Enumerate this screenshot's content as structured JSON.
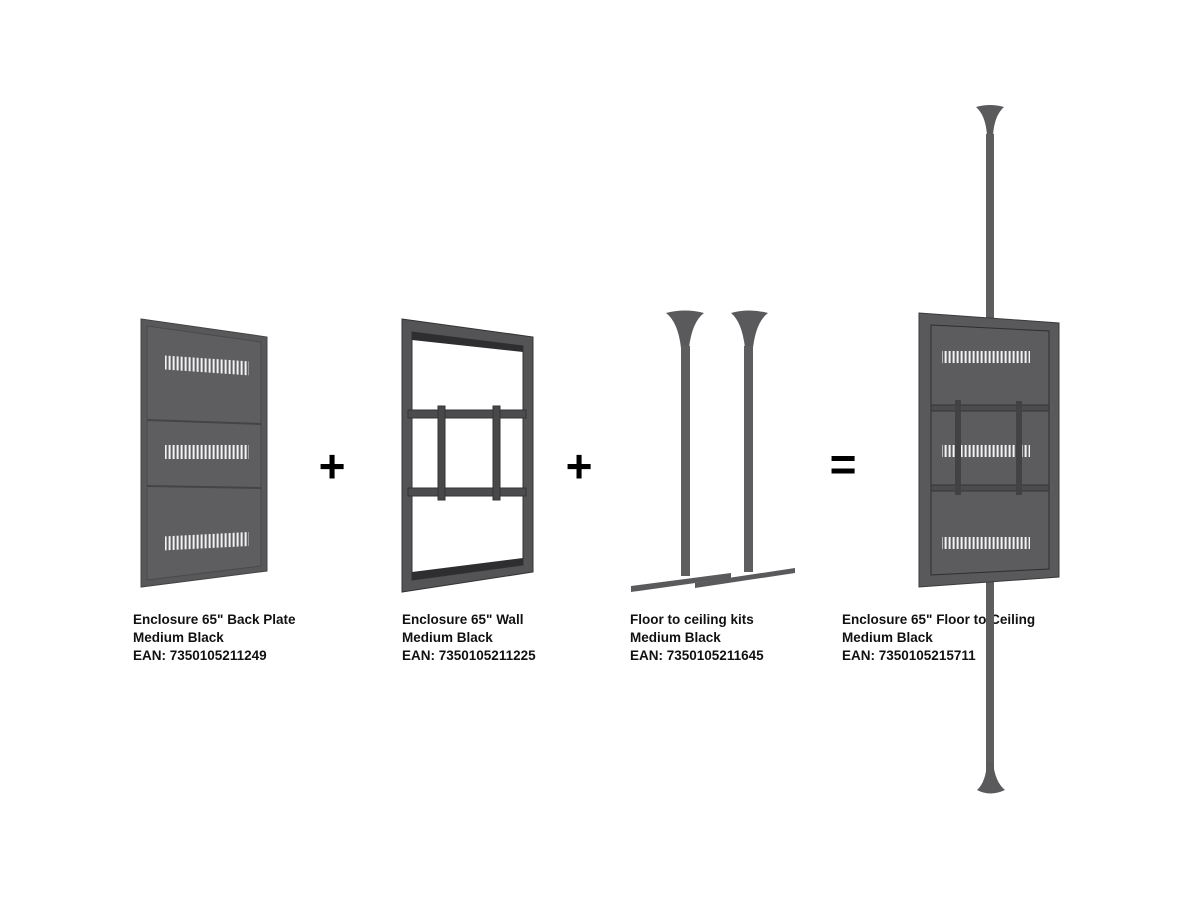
{
  "products": [
    {
      "name": "Enclosure 65\" Back Plate",
      "color": "Medium Black",
      "ean": "EAN: 7350105211249"
    },
    {
      "name": "Enclosure 65\" Wall",
      "color": "Medium Black",
      "ean": "EAN: 7350105211225"
    },
    {
      "name": "Floor to ceiling kits",
      "color": "Medium Black",
      "ean": "EAN: 7350105211645"
    },
    {
      "name": "Enclosure 65\" Floor to Ceiling",
      "color": "Medium Black",
      "ean": "EAN: 7350105215711"
    }
  ],
  "operators": [
    "+",
    "+",
    "="
  ],
  "colors": {
    "metal": "#5a5a5c",
    "metal_dark": "#3c3c3e",
    "metal_light": "#7a7a7c"
  }
}
